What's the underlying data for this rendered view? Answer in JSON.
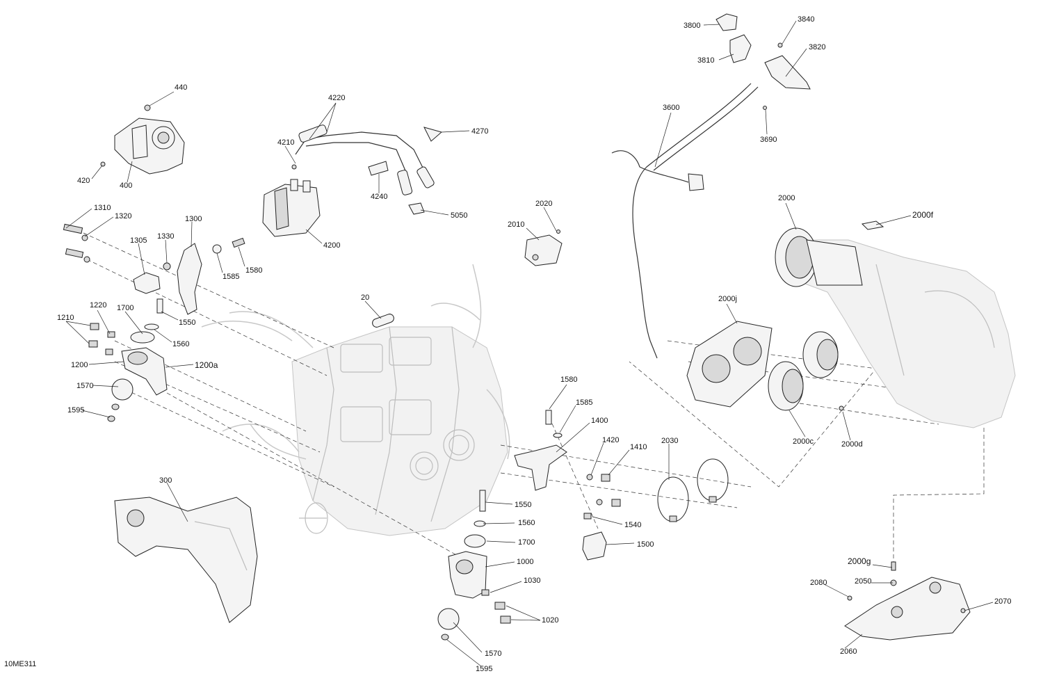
{
  "document_id": "10ME311",
  "labels": [
    {
      "key": "p440",
      "text": "440"
    },
    {
      "key": "p420",
      "text": "420"
    },
    {
      "key": "p400",
      "text": "400"
    },
    {
      "key": "p4220",
      "text": "4220"
    },
    {
      "key": "p4210",
      "text": "4210"
    },
    {
      "key": "p4270",
      "text": "4270"
    },
    {
      "key": "p4240",
      "text": "4240"
    },
    {
      "key": "p5050",
      "text": "5050"
    },
    {
      "key": "p4200",
      "text": "4200"
    },
    {
      "key": "p3800",
      "text": "3800"
    },
    {
      "key": "p3840",
      "text": "3840"
    },
    {
      "key": "p3810",
      "text": "3810"
    },
    {
      "key": "p3820",
      "text": "3820"
    },
    {
      "key": "p3600",
      "text": "3600"
    },
    {
      "key": "p3690",
      "text": "3690"
    },
    {
      "key": "p2000",
      "text": "2000"
    },
    {
      "key": "p2000f",
      "text": "2000f"
    },
    {
      "key": "p2020",
      "text": "2020"
    },
    {
      "key": "p2010",
      "text": "2010"
    },
    {
      "key": "p1310",
      "text": "1310"
    },
    {
      "key": "p1320",
      "text": "1320"
    },
    {
      "key": "p1300",
      "text": "1300"
    },
    {
      "key": "p1305",
      "text": "1305"
    },
    {
      "key": "p1330",
      "text": "1330"
    },
    {
      "key": "p1585a",
      "text": "1585"
    },
    {
      "key": "p1580a",
      "text": "1580"
    },
    {
      "key": "p1550a",
      "text": "1550"
    },
    {
      "key": "p1560a",
      "text": "1560"
    },
    {
      "key": "p1220",
      "text": "1220"
    },
    {
      "key": "p1700a",
      "text": "1700"
    },
    {
      "key": "p1210",
      "text": "1210"
    },
    {
      "key": "p1200",
      "text": "1200"
    },
    {
      "key": "p1200a",
      "text": "1200a"
    },
    {
      "key": "p1570a",
      "text": "1570"
    },
    {
      "key": "p1595a",
      "text": "1595"
    },
    {
      "key": "p20",
      "text": "20"
    },
    {
      "key": "p2000j",
      "text": "2000j"
    },
    {
      "key": "p2000c",
      "text": "2000c"
    },
    {
      "key": "p2000d",
      "text": "2000d"
    },
    {
      "key": "p1580b",
      "text": "1580"
    },
    {
      "key": "p1585b",
      "text": "1585"
    },
    {
      "key": "p1400",
      "text": "1400"
    },
    {
      "key": "p1420",
      "text": "1420"
    },
    {
      "key": "p1410",
      "text": "1410"
    },
    {
      "key": "p2030",
      "text": "2030"
    },
    {
      "key": "p300",
      "text": "300"
    },
    {
      "key": "p1550b",
      "text": "1550"
    },
    {
      "key": "p1560b",
      "text": "1560"
    },
    {
      "key": "p1540",
      "text": "1540"
    },
    {
      "key": "p1500",
      "text": "1500"
    },
    {
      "key": "p1700b",
      "text": "1700"
    },
    {
      "key": "p1000",
      "text": "1000"
    },
    {
      "key": "p1030",
      "text": "1030"
    },
    {
      "key": "p1020",
      "text": "1020"
    },
    {
      "key": "p1570b",
      "text": "1570"
    },
    {
      "key": "p1595b",
      "text": "1595"
    },
    {
      "key": "p2000g",
      "text": "2000g"
    },
    {
      "key": "p2080",
      "text": "2080"
    },
    {
      "key": "p2050",
      "text": "2050"
    },
    {
      "key": "p2070",
      "text": "2070"
    },
    {
      "key": "p2060",
      "text": "2060"
    }
  ]
}
